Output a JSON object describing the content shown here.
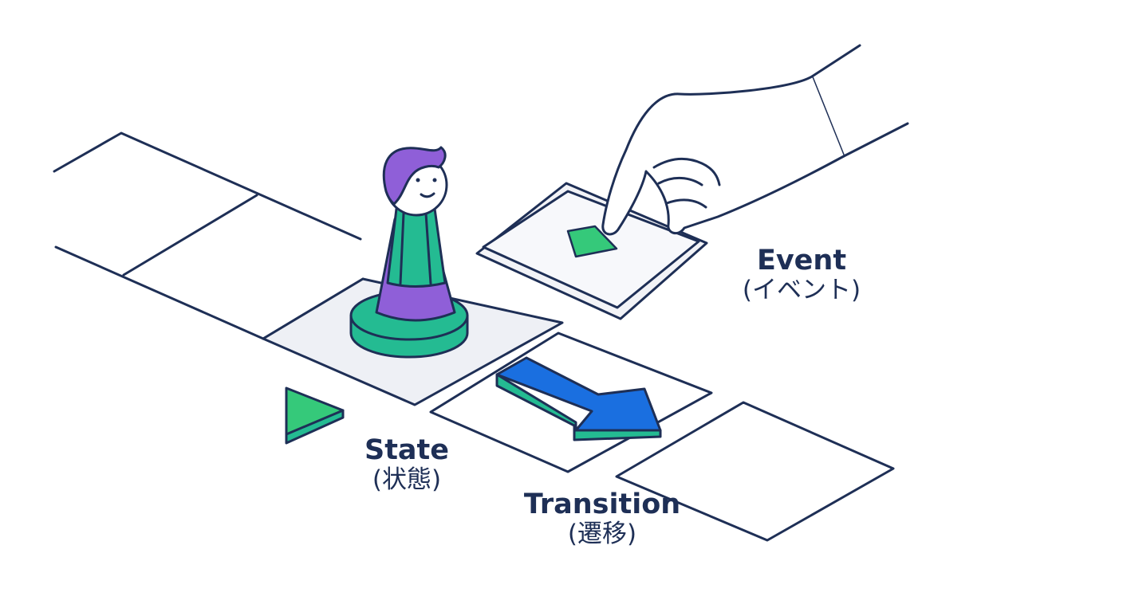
{
  "colors": {
    "outline": "#1e2f56",
    "purple": "#8f5fd8",
    "teal": "#24bb92",
    "green": "#35c97a",
    "blue": "#1a6fe0",
    "tile_fill": "#eef0f5",
    "card_fill": "#f2f3f7"
  },
  "labels": {
    "event": {
      "main": "Event",
      "sub": "(イベント)"
    },
    "state": {
      "main": "State",
      "sub": "(状態)"
    },
    "transition": {
      "main": "Transition",
      "sub": "(遷移)"
    }
  },
  "icons": [
    "board-tiles",
    "game-piece-person",
    "event-card",
    "pointing-hand-icon",
    "play-triangle-icon",
    "transition-arrow-icon"
  ]
}
